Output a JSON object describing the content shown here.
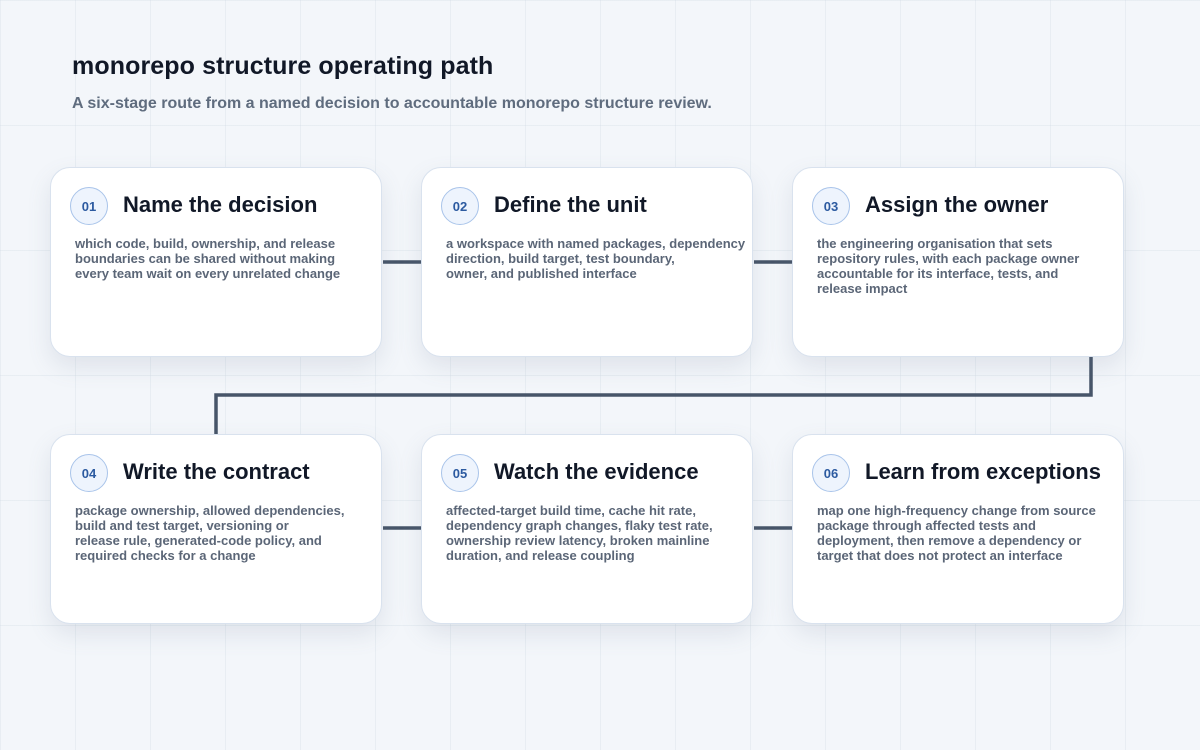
{
  "header": {
    "title": "monorepo structure operating path",
    "subtitle": "A six-stage route from a named decision to accountable monorepo structure review."
  },
  "colors": {
    "accent": "#2c5aa0",
    "connector": "#475569",
    "title_text": "#111827",
    "body_text": "#5b6677"
  },
  "stages": [
    {
      "number": "01",
      "title": "Name the decision",
      "lines": [
        "which code, build, ownership, and release",
        "boundaries can be shared without making",
        "every team wait on every unrelated change"
      ]
    },
    {
      "number": "02",
      "title": "Define the unit",
      "lines": [
        "a workspace with named packages, dependency",
        "direction, build target, test boundary,",
        "owner, and published interface"
      ]
    },
    {
      "number": "03",
      "title": "Assign the owner",
      "lines": [
        "the engineering organisation that sets",
        "repository rules, with each package owner",
        "accountable for its interface, tests, and",
        "release impact"
      ]
    },
    {
      "number": "04",
      "title": "Write the contract",
      "lines": [
        "package ownership, allowed dependencies,",
        "build and test target, versioning or",
        "release rule, generated-code policy, and",
        "required checks for a change"
      ]
    },
    {
      "number": "05",
      "title": "Watch the evidence",
      "lines": [
        "affected-target build time, cache hit rate,",
        "dependency graph changes, flaky test rate,",
        "ownership review latency, broken mainline",
        "duration, and release coupling"
      ]
    },
    {
      "number": "06",
      "title": "Learn from exceptions",
      "lines": [
        "map one high-frequency change from source",
        "package through affected tests and",
        "deployment, then remove a dependency or",
        "target that does not protect an interface"
      ]
    }
  ]
}
